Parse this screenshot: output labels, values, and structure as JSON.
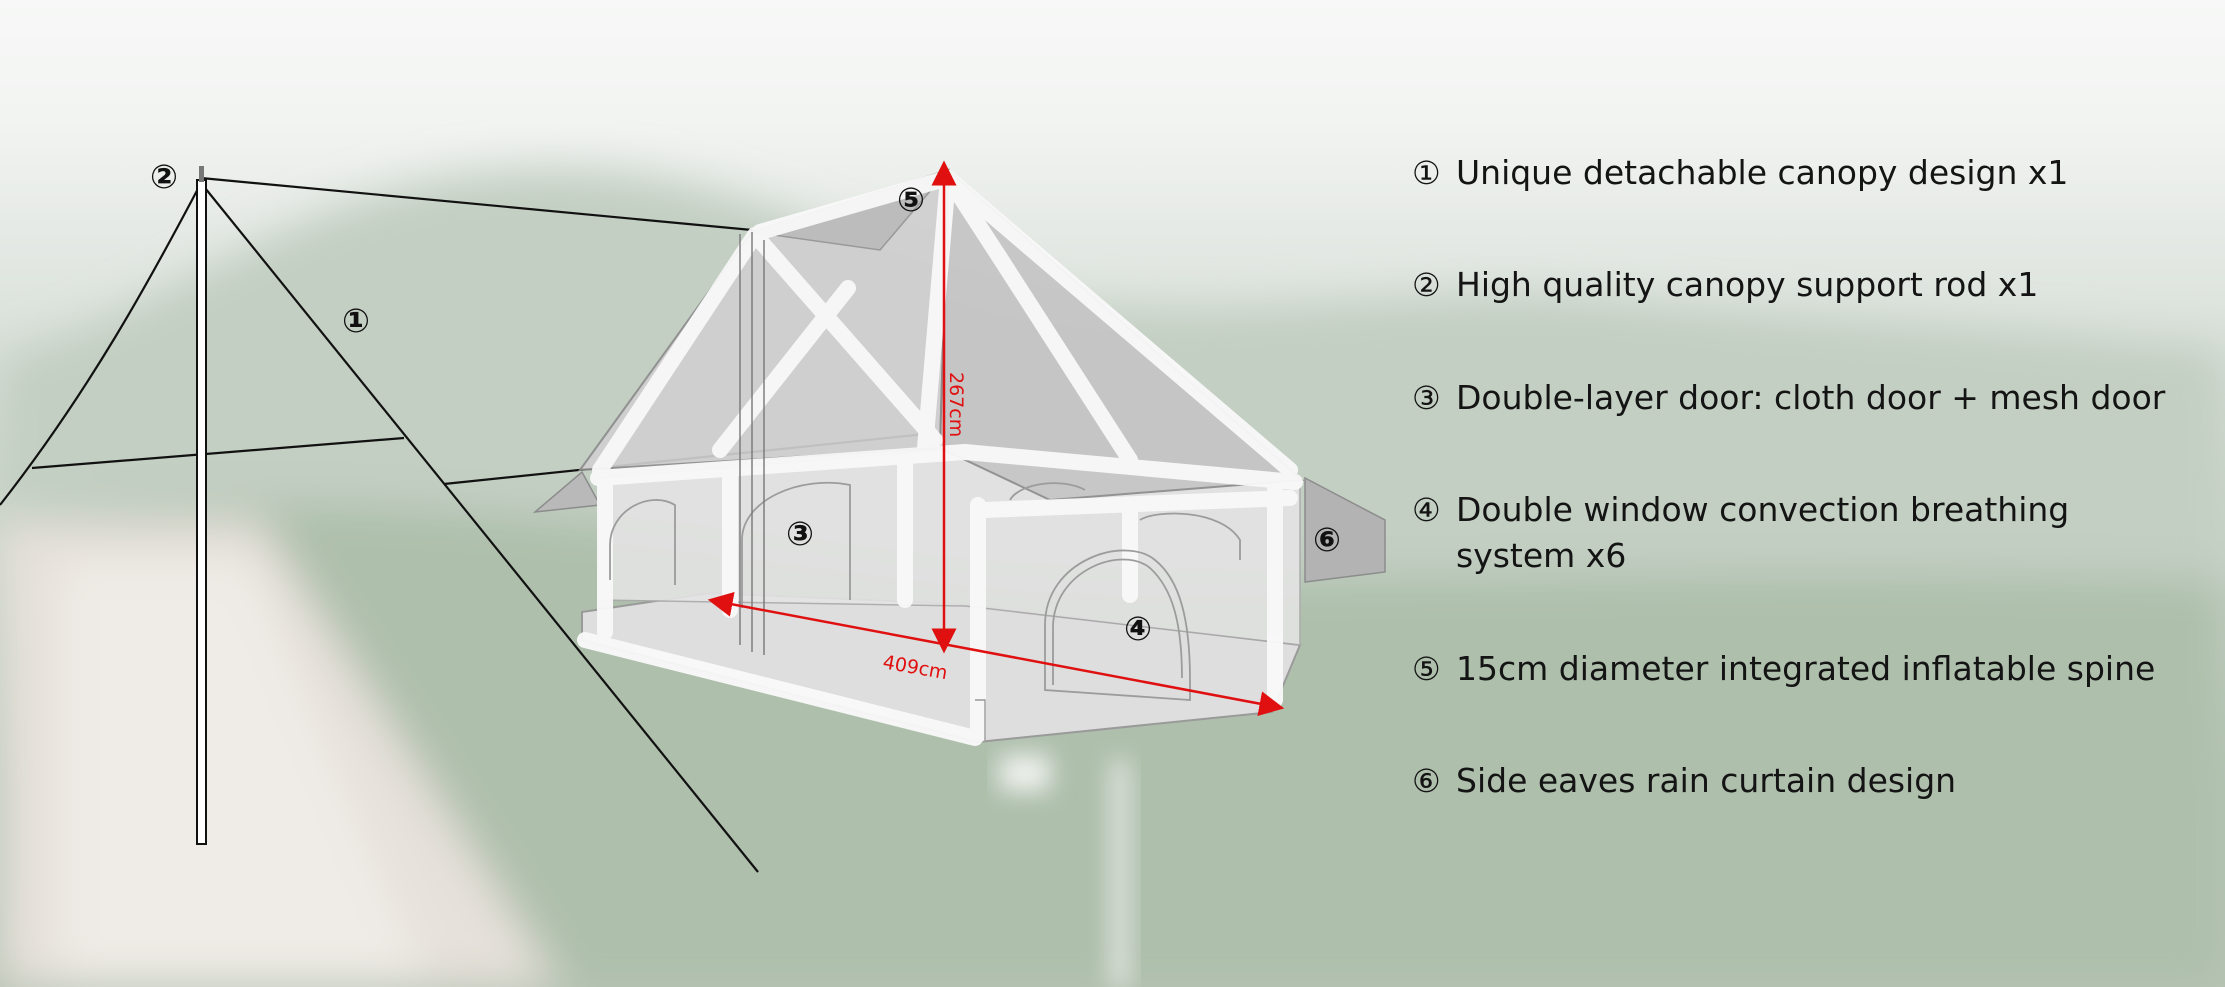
{
  "callouts": {
    "c1": "①",
    "c2": "②",
    "c3": "③",
    "c4": "④",
    "c5": "⑤",
    "c6": "⑥"
  },
  "dimensions": {
    "height": "267cm",
    "width": "409cm"
  },
  "legend": [
    {
      "num": "①",
      "text": "Unique detachable canopy design x1"
    },
    {
      "num": "②",
      "text": "High quality canopy support rod x1"
    },
    {
      "num": "③",
      "text": "Double-layer door: cloth door + mesh door"
    },
    {
      "num": "④",
      "text": "Double window convection breathing system x6"
    },
    {
      "num": "⑤",
      "text": "15cm diameter integrated inflatable spine"
    },
    {
      "num": "⑥",
      "text": "Side eaves rain curtain design"
    }
  ],
  "colors": {
    "dimension_arrow": "#e01010",
    "outline": "#111111",
    "tent_fill": "#f2f2f2"
  }
}
